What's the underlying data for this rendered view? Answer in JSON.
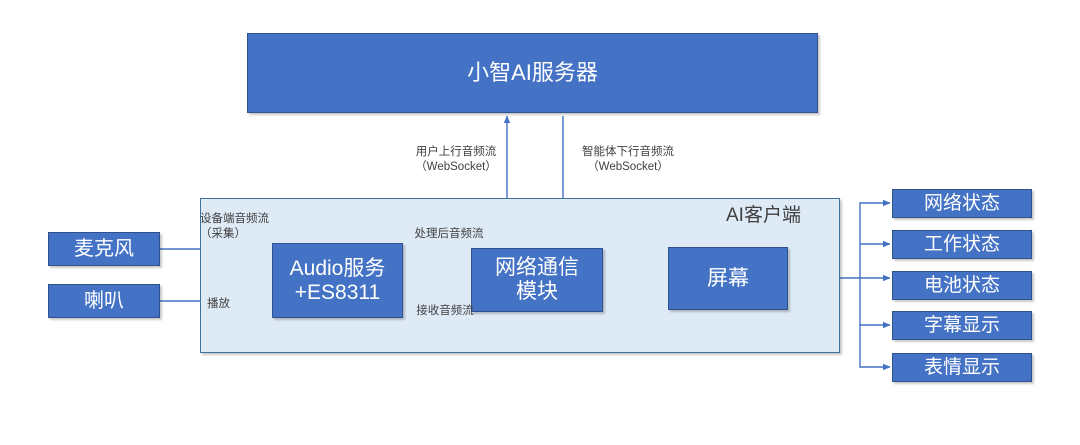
{
  "diagram": {
    "title_server": "小智AI服务器",
    "client_panel_label": "AI客户端",
    "colors": {
      "box_fill": "#4472C4",
      "box_border": "#2F528F",
      "panel_fill": "#DEEAF6",
      "panel_border": "#41709C",
      "arrow": "#4472C4",
      "text_dark": "#404040",
      "box_text": "#FFFFFF"
    },
    "nodes": {
      "server": "小智AI服务器",
      "microphone": "麦克风",
      "speaker": "喇叭",
      "audio_service": "Audio服务\n+ES8311",
      "network_module": "网络通信\n模块",
      "screen": "屏幕"
    },
    "outputs": [
      {
        "label": "网络状态"
      },
      {
        "label": "工作状态"
      },
      {
        "label": "电池状态"
      },
      {
        "label": "字幕显示"
      },
      {
        "label": "表情显示"
      }
    ],
    "edge_labels": {
      "uplink": "用户上行音频流\n（WebSocket）",
      "downlink": "智能体下行音频流\n（WebSocket）",
      "capture": "设备端音频流\n（采集）",
      "playback": "播放",
      "processed": "处理后音频流",
      "received": "接收音频流"
    }
  }
}
